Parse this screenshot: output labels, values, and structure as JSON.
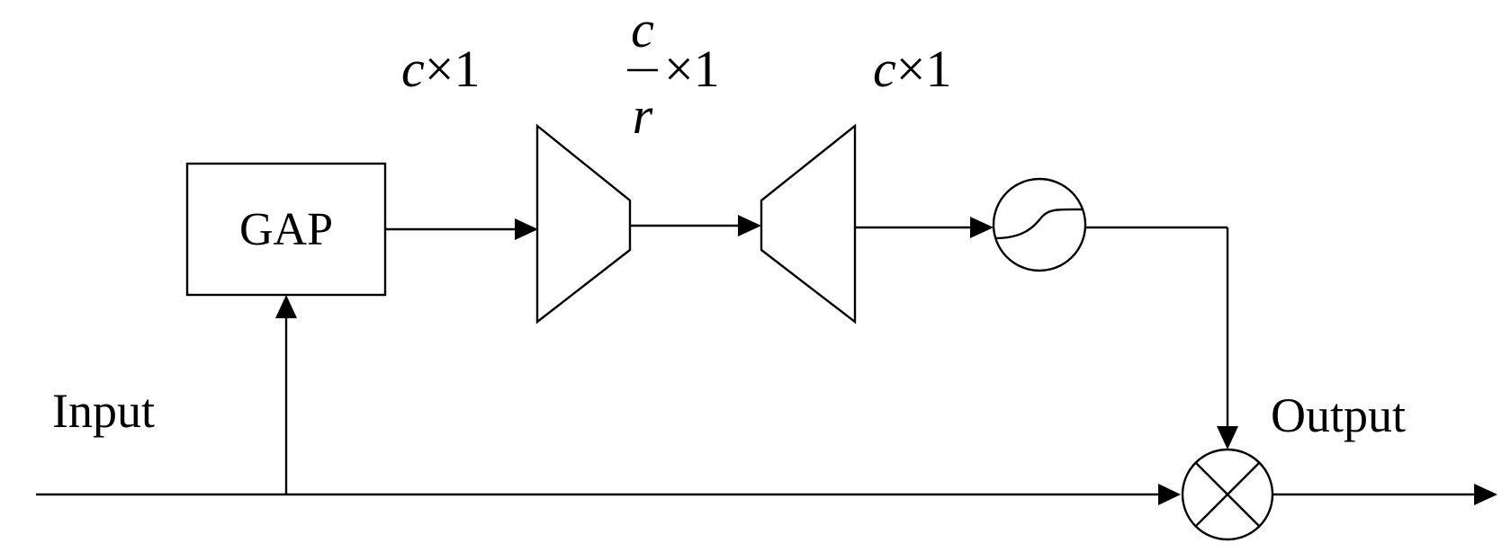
{
  "labels": {
    "input": "Input",
    "output": "Output",
    "gap": "GAP"
  },
  "dimensions": {
    "gap_out": {
      "var": "c",
      "times": "×1"
    },
    "fc1_out": {
      "numerator": "c",
      "denominator": "r",
      "times": "×1"
    },
    "fc2_out": {
      "var": "c",
      "times": "×1"
    }
  },
  "icons": {
    "sigmoid": "sigmoid-icon",
    "multiply": "multiply-icon"
  }
}
